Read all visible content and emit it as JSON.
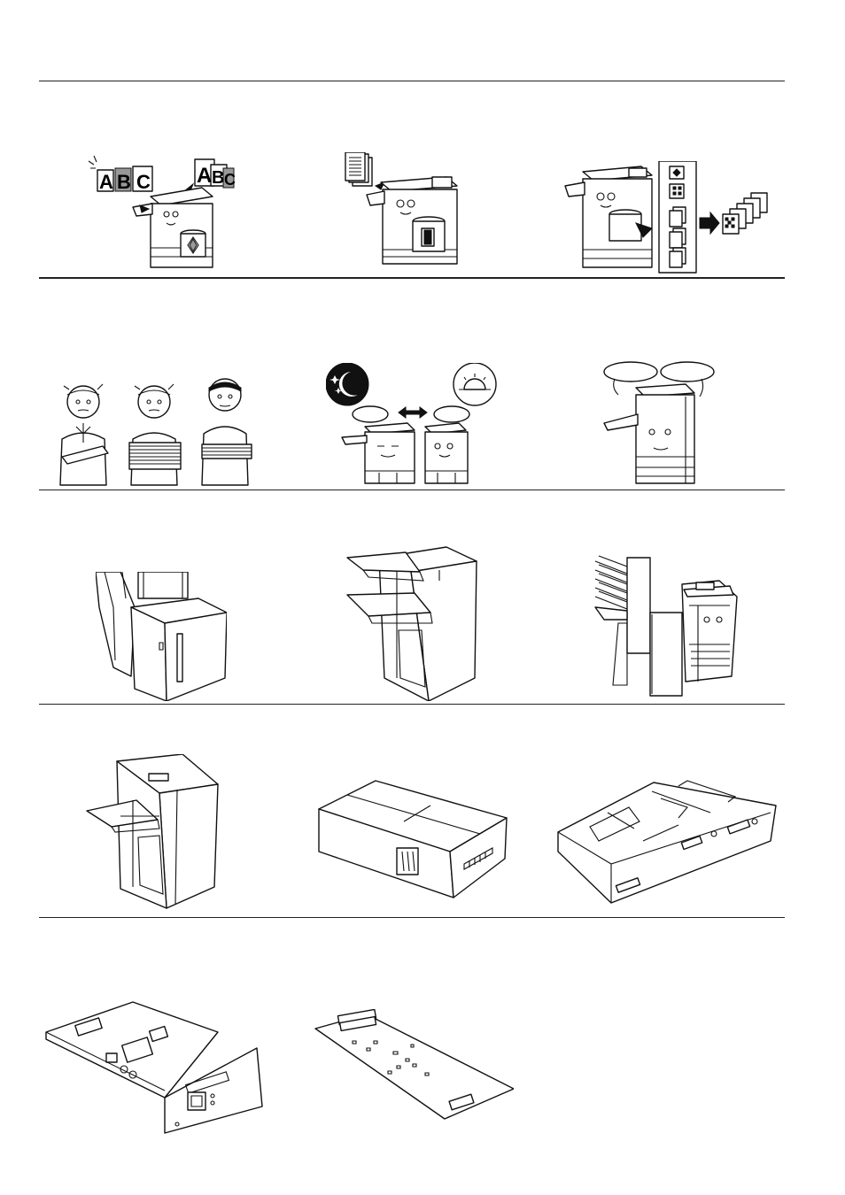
{
  "page": {
    "background": "#ffffff",
    "rule_color": "#222222"
  },
  "illustrations": {
    "abc_letters": [
      "A",
      "B",
      "C"
    ],
    "abc_letters_right": [
      "A",
      "B",
      "C"
    ]
  },
  "icons": [
    "copier-mixed-originals-illustration",
    "copier-batch-scan-illustration",
    "copier-sort-output-illustration",
    "operators-holding-copies-illustration",
    "copier-night-day-mode-illustration",
    "copier-speech-bubbles-illustration",
    "side-paper-feeder-illustration",
    "document-finisher-illustration",
    "multi-bin-mailbox-finisher-illustration",
    "compact-finisher-illustration",
    "hard-disk-unit-illustration",
    "printer-board-kit-illustration",
    "network-interface-card-illustration",
    "memory-expansion-board-illustration"
  ]
}
